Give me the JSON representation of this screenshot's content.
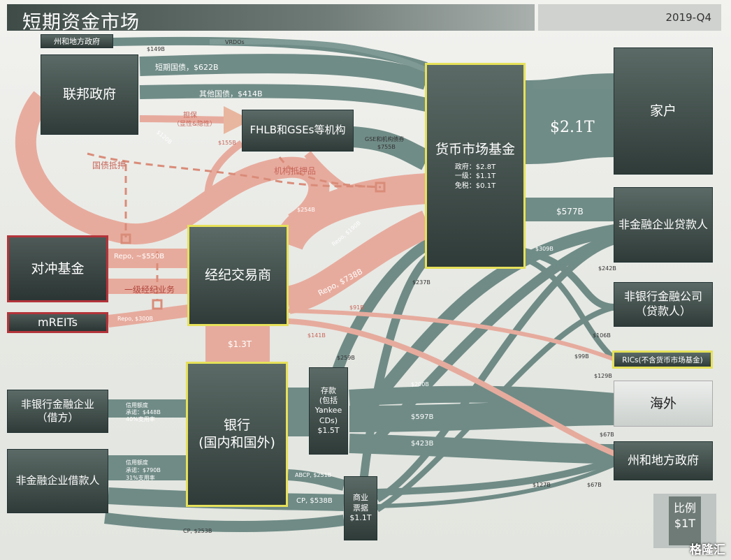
{
  "title": "短期资金市场",
  "quarter": "2019-Q4",
  "nodes": {
    "state_gov_top": "州和地方政府",
    "federal_gov": "联邦政府",
    "fhlb": "FHLB和GSEs等机构",
    "mmf": "货币市场基金",
    "mmf_detail": [
      "政府：$2.8T",
      "一级：$1.1T",
      "免税：$0.1T"
    ],
    "households": "家户",
    "nonfin_lenders": "非金融企业贷款人",
    "nonbank_lenders": [
      "非银行金融公司",
      "（贷款人）"
    ],
    "rics": "RICs(不含货币市场基金)",
    "overseas": "海外",
    "state_gov_right": "州和地方政府",
    "hedge_funds": "对冲基金",
    "mreits": "mREITs",
    "dealers": "经纪交易商",
    "banks": [
      "银行",
      "(国内和国外)"
    ],
    "deposits": [
      "存款",
      "(包括",
      "Yankee",
      "CDs)",
      "$1.5T"
    ],
    "nonbank_borrowers": [
      "非银行金融企业",
      "（借方）"
    ],
    "nonfin_borrowers": "非金融企业借款人",
    "cp": [
      "商业",
      "票据",
      "$1.1T"
    ]
  },
  "labels": {
    "muni_149": "$149B",
    "vrdo": "VRDOs",
    "tbills": "短期国债，$622B",
    "other_gov": "其他国债，$414B",
    "guarantee": [
      "担保",
      "（显性&隐性）"
    ],
    "fhlb_155": "$155B",
    "gse_paper": [
      "GSE和机构债券",
      "$755B"
    ],
    "treasury_collateral": "国债抵押",
    "agency_collateral": "机构抵押品",
    "mmf_big": "$2.1T",
    "v577": "$577B",
    "v309": "$309B",
    "v242": "$242B",
    "v237": "$237B",
    "v259": "$259B",
    "v106": "$106B",
    "v99": "$99B",
    "v129": "$129B",
    "v91": "$91B",
    "v141": "$141B",
    "v67a": "$67B",
    "v67b": "$67B",
    "v127": "$127B",
    "v200": "$200B",
    "v597": "$597B",
    "v423": "$423B",
    "repo_254": "$254B",
    "repo_190": "Repo, $190B",
    "repo_550": "Repo, ~$550B",
    "prime_brokerage": "一级经纪业务",
    "repo_738": "Repo, $738B",
    "repo_300": "Repo, $300B",
    "repo_120": "$120B",
    "dealer_bank": "$1.3T",
    "credit_lines_nb": [
      "信用额度",
      "承诺：$448B",
      "40%支用率"
    ],
    "credit_lines_nf": [
      "信用额度",
      "承诺：$790B",
      "31%支用率"
    ],
    "abcp": "ABCP, $251B",
    "cp_538": "CP, $538B",
    "cp_253": "CP, $253B",
    "scale": [
      "比例",
      "$1T"
    ],
    "watermark": "格隆汇"
  },
  "colors": {
    "teal": "#5f7d78",
    "pink": "#e7a89a",
    "highlight": "#e6e15a",
    "red": "#b3343a"
  }
}
